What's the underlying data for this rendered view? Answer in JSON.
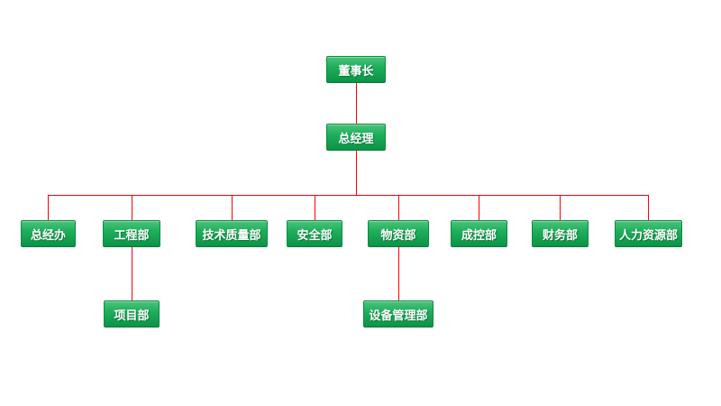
{
  "org_chart": {
    "nodes": [
      {
        "id": "chairman",
        "label": "董事长",
        "parent": null
      },
      {
        "id": "general-manager",
        "label": "总经理",
        "parent": "chairman"
      },
      {
        "id": "general-office",
        "label": "总经办",
        "parent": "general-manager"
      },
      {
        "id": "engineering",
        "label": "工程部",
        "parent": "general-manager"
      },
      {
        "id": "tech-quality",
        "label": "技术质量部",
        "parent": "general-manager"
      },
      {
        "id": "safety",
        "label": "安全部",
        "parent": "general-manager"
      },
      {
        "id": "materials",
        "label": "物资部",
        "parent": "general-manager"
      },
      {
        "id": "cost-control",
        "label": "成控部",
        "parent": "general-manager"
      },
      {
        "id": "finance",
        "label": "财务部",
        "parent": "general-manager"
      },
      {
        "id": "hr",
        "label": "人力资源部",
        "parent": "general-manager"
      },
      {
        "id": "project",
        "label": "项目部",
        "parent": "engineering"
      },
      {
        "id": "equipment",
        "label": "设备管理部",
        "parent": "materials"
      }
    ],
    "colors": {
      "box_gradient_top": "#4cc47c",
      "box_gradient_mid": "#1fae5b",
      "box_gradient_bottom": "#0c9347",
      "box_border": "#0a8c41",
      "box_text": "#ffffff",
      "connector_line": "#ff0000",
      "background": "#ffffff"
    }
  }
}
